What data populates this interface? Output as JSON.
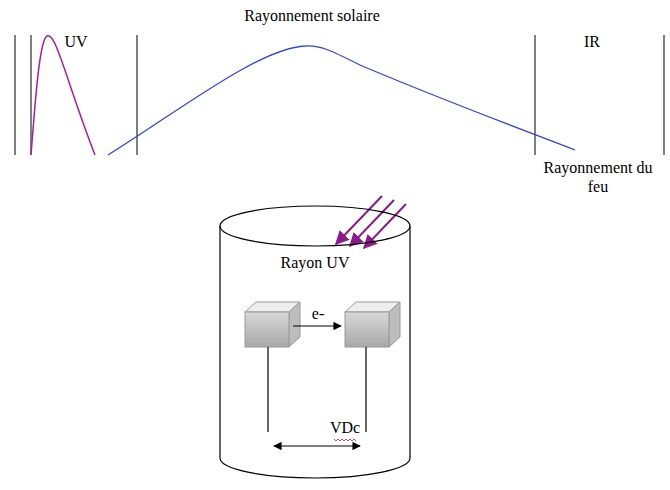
{
  "diagram": {
    "nodes": [
      {
        "text": [
          "Rayon UV"
        ]
      }
    ],
    "labels": [
      "Rayonnement solaire",
      "UV",
      "IR",
      "Rayonnement du feu",
      "e-",
      "VDc"
    ]
  }
}
